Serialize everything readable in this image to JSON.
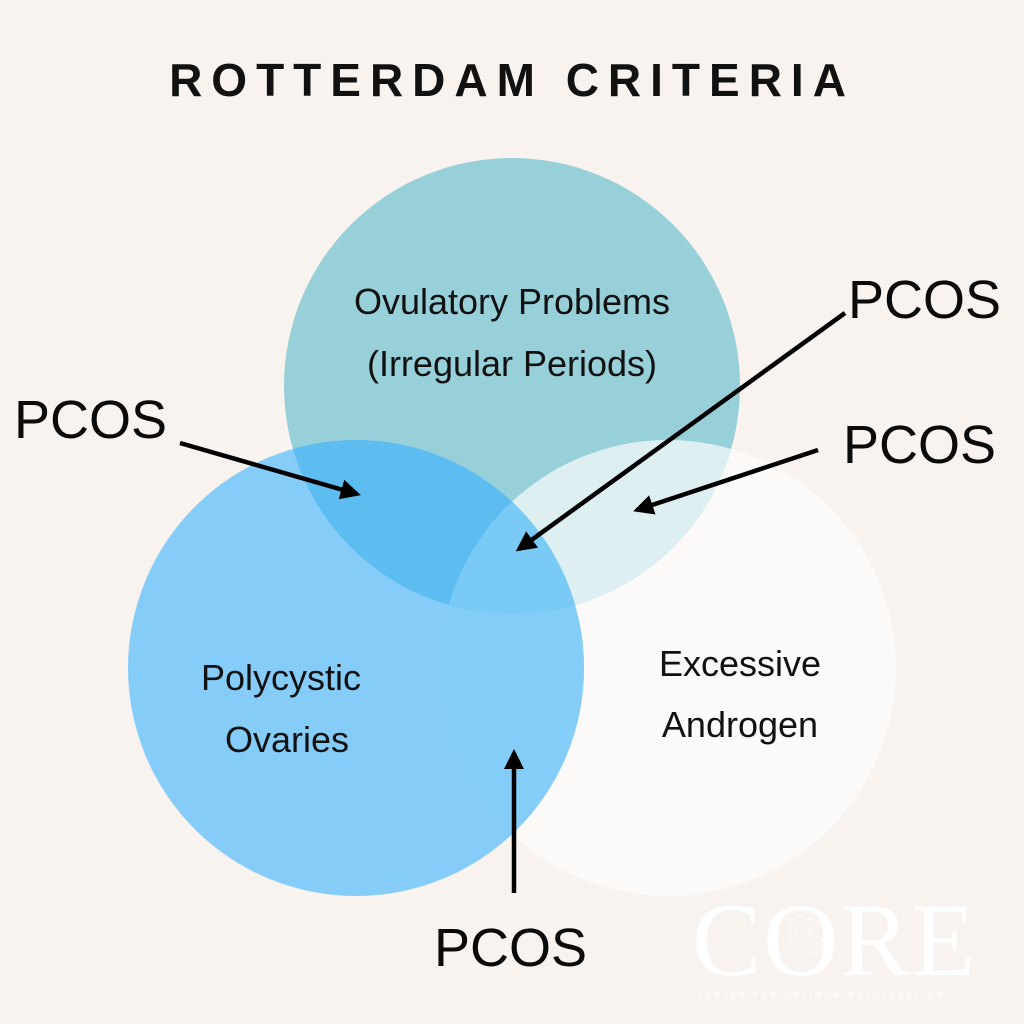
{
  "title": "ROTTERDAM CRITERIA",
  "circles": {
    "ovulatory": {
      "line1": "Ovulatory Problems",
      "line2": "(Irregular Periods)",
      "color": "#97d0d9"
    },
    "polycystic": {
      "line1": "Polycystic",
      "line2": "Ovaries",
      "color": "#85cdf8"
    },
    "androgen": {
      "line1": "Excessive",
      "line2": "Androgen",
      "color": "#fbfaf9"
    }
  },
  "pcos_labels": {
    "left": "PCOS",
    "top_right": "PCOS",
    "right": "PCOS",
    "bottom": "PCOS"
  },
  "logo": {
    "text": "CORE",
    "subtitle": "CENTER FOR OPTIMUM REJUVENATION",
    "icon": "hexagon-lattice-icon"
  },
  "colors": {
    "background": "#f8f3ef",
    "overlap_ovulatory_polycystic": "#5ebdf0",
    "overlap_center": "#79cbf6",
    "overlap_ovulatory_androgen": "#deeff2",
    "arrow": "#000000"
  }
}
